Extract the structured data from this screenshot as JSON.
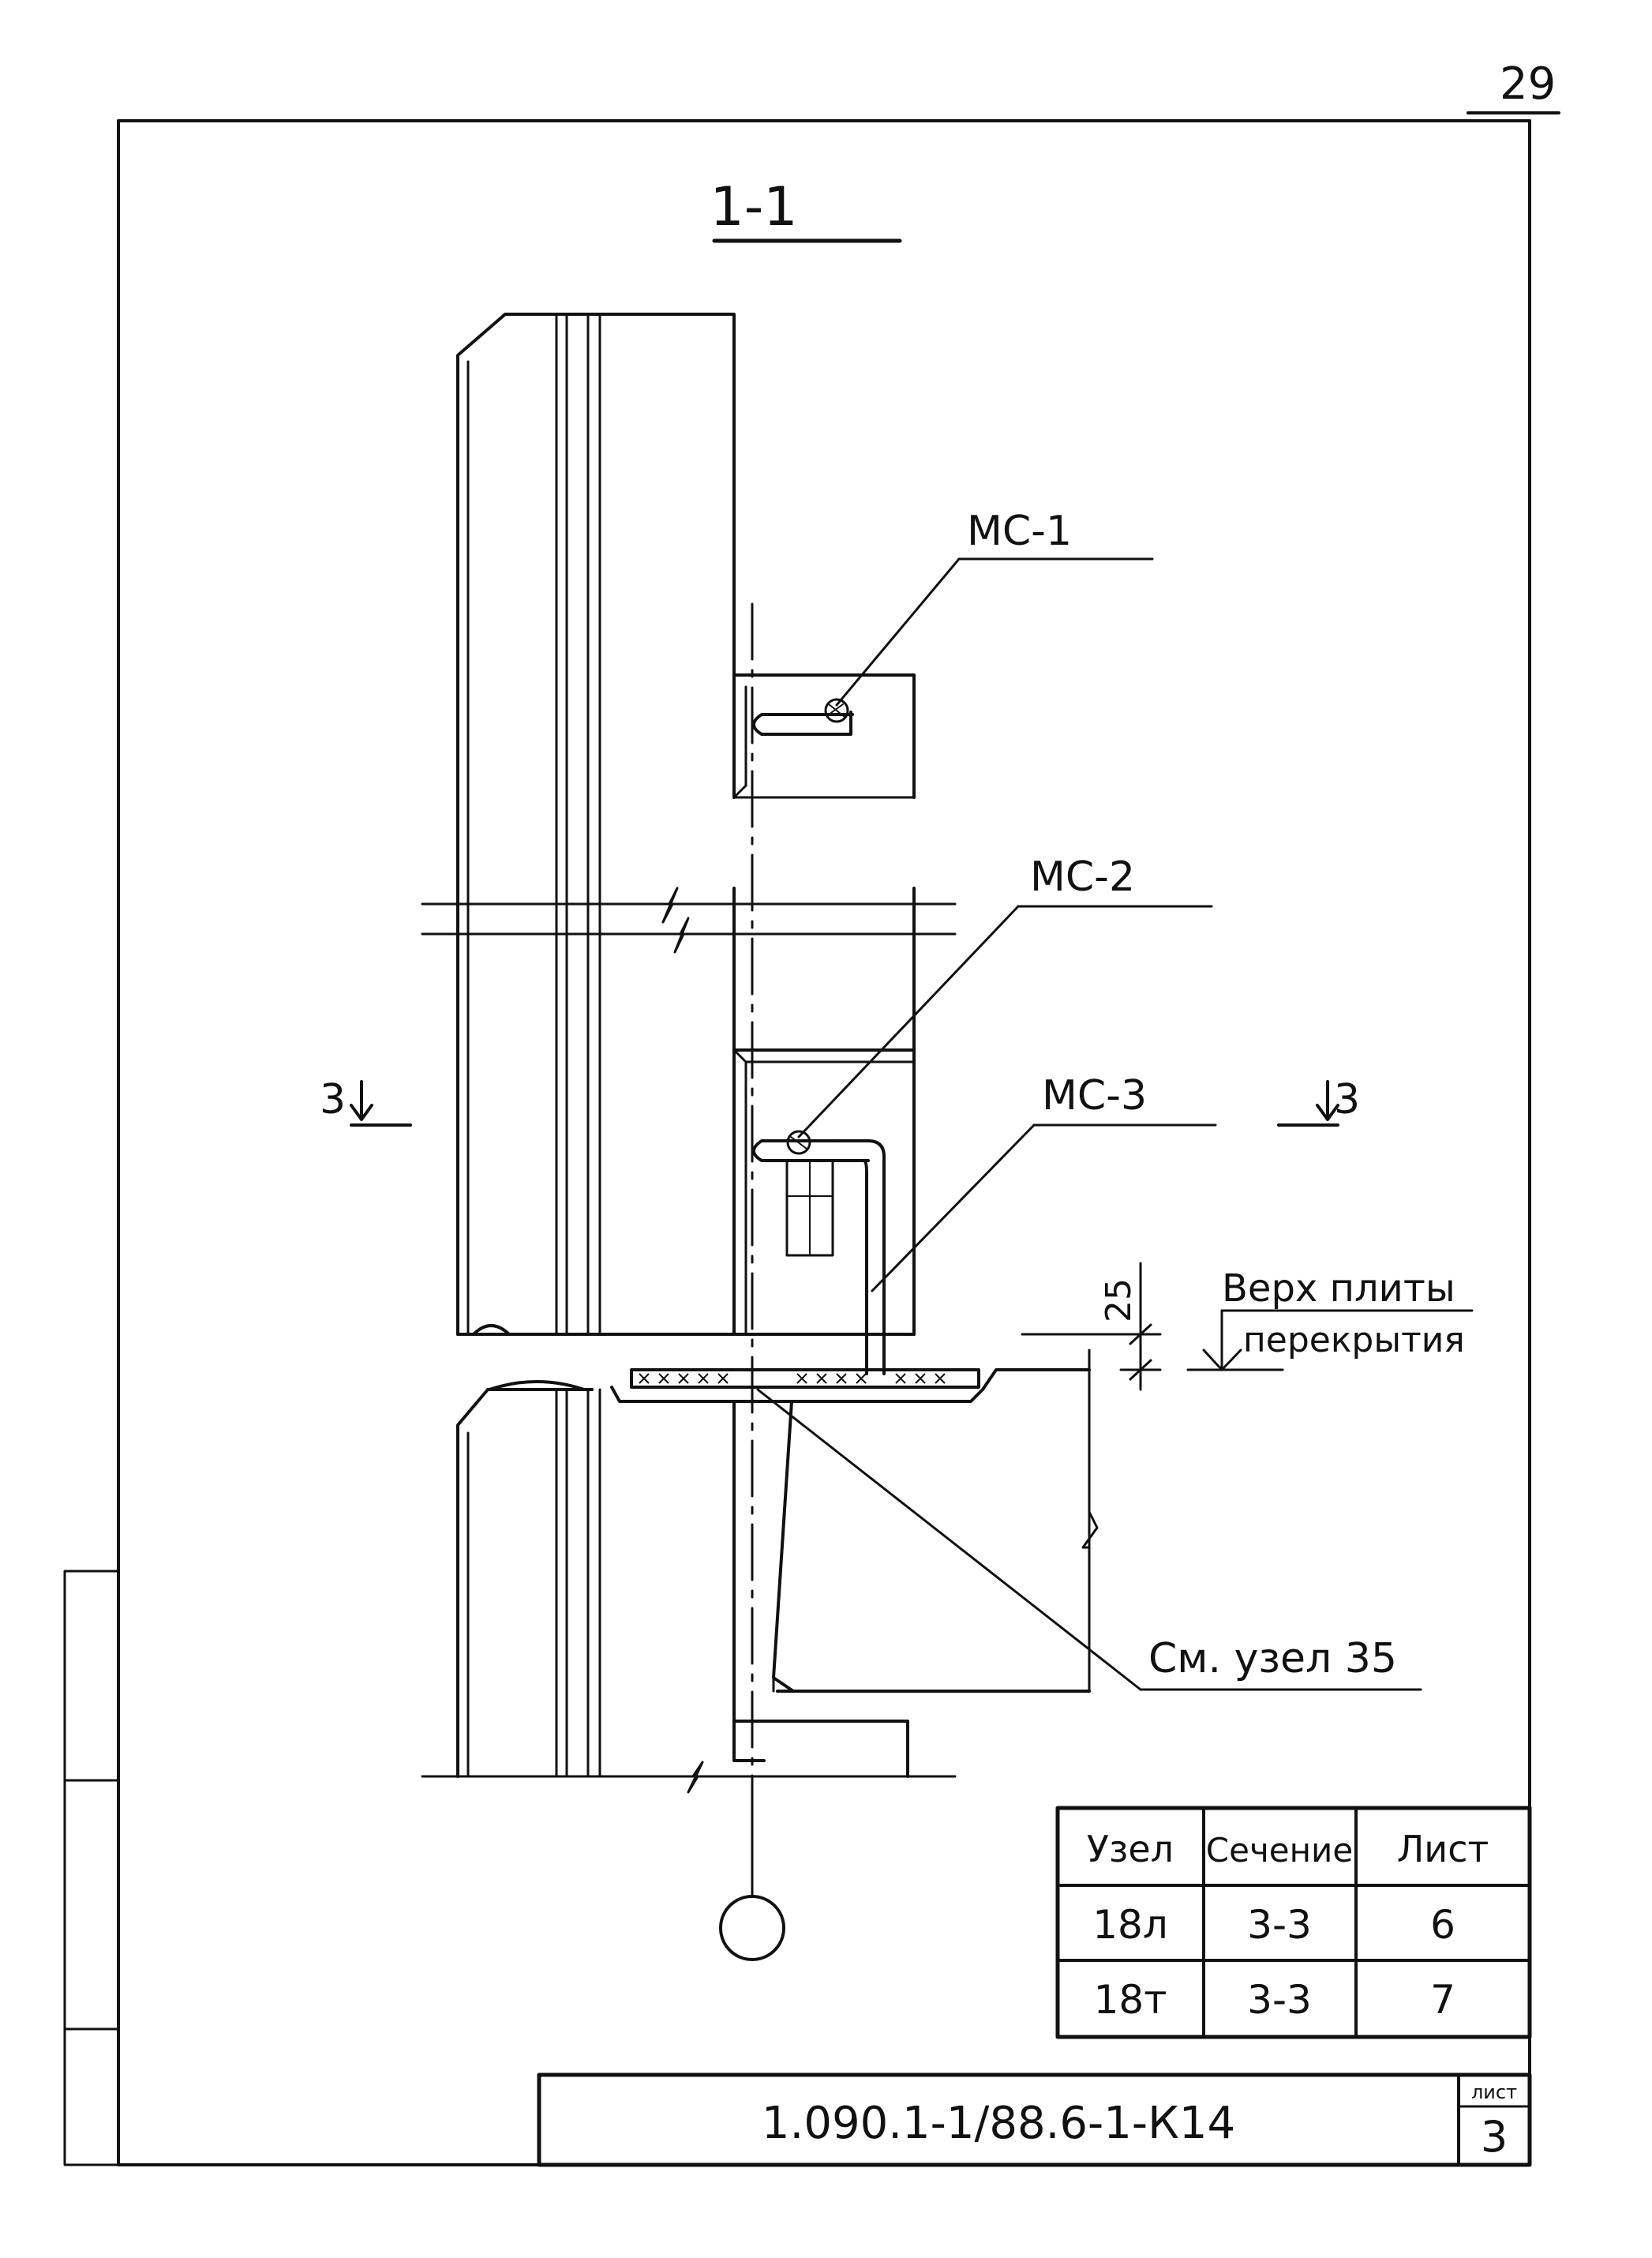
{
  "page_number": "29",
  "section_title": "1-1",
  "section_marks": {
    "left": "3",
    "right": "3"
  },
  "callouts": {
    "mc1": "МС-1",
    "mc2": "МС-2",
    "mc3": "МС-3",
    "node_ref": "См. узел 35",
    "slab_top_line1": "Верх плиты",
    "slab_top_line2": "перекрытия"
  },
  "dimension": "25",
  "table": {
    "headers": [
      "Узел",
      "Сечение",
      "Лист"
    ],
    "rows": [
      [
        "18л",
        "3-3",
        "6"
      ],
      [
        "18т",
        "3-3",
        "7"
      ]
    ]
  },
  "title_block": {
    "code": "1.090.1-1/88.6-1-К14",
    "sheet_label": "лист",
    "sheet_number": "3"
  }
}
